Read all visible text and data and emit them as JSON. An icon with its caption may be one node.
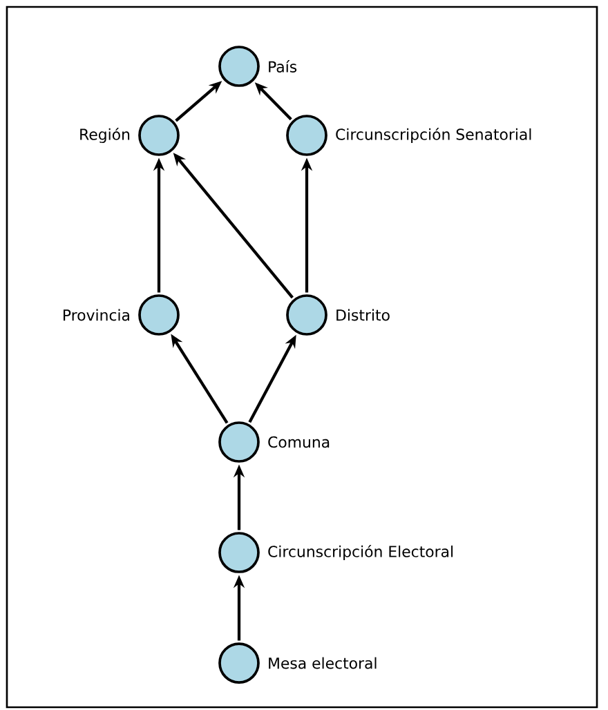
{
  "diagram": {
    "nodes": [
      {
        "text": [],
        "shape": "circle",
        "beside": [
          "País"
        ]
      },
      {
        "text": [],
        "shape": "circle",
        "beside": [
          "Región"
        ]
      },
      {
        "text": [],
        "shape": "circle",
        "beside": [
          "Circunscripción Senatorial"
        ]
      },
      {
        "text": [],
        "shape": "circle",
        "beside": [
          "Provincia"
        ]
      },
      {
        "text": [],
        "shape": "circle",
        "beside": [
          "Distrito"
        ]
      },
      {
        "text": [],
        "shape": "circle",
        "beside": [
          "Comuna"
        ]
      },
      {
        "text": [],
        "shape": "circle",
        "beside": [
          "Circunscripción Electoral"
        ]
      },
      {
        "text": [],
        "shape": "circle",
        "beside": [
          "Mesa electoral"
        ]
      }
    ],
    "edges": [
      {
        "from": 1,
        "to": 0,
        "arrow": "to"
      },
      {
        "from": 2,
        "to": 0,
        "arrow": "to"
      },
      {
        "from": 3,
        "to": 1,
        "arrow": "to"
      },
      {
        "from": 4,
        "to": 1,
        "arrow": "to"
      },
      {
        "from": 4,
        "to": 2,
        "arrow": "to"
      },
      {
        "from": 5,
        "to": 3,
        "arrow": "to"
      },
      {
        "from": 5,
        "to": 4,
        "arrow": "to"
      },
      {
        "from": 6,
        "to": 5,
        "arrow": "to"
      },
      {
        "from": 7,
        "to": 6,
        "arrow": "to"
      }
    ]
  }
}
